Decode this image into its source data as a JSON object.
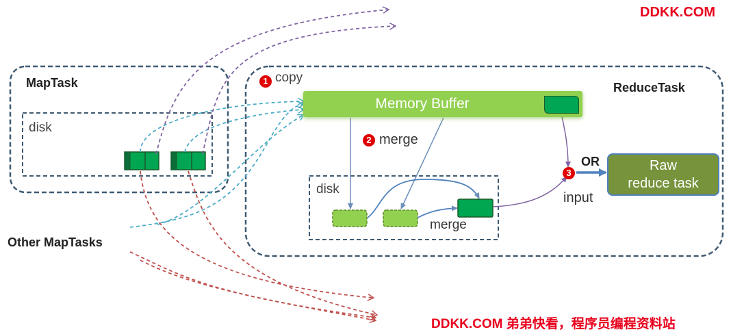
{
  "watermark_top": "DDKK.COM",
  "watermark_bottom": "DDKK.COM 弟弟快看，程序员编程资料站",
  "maptask": {
    "title": "MapTask",
    "disk_label": "disk"
  },
  "other_maptasks": "Other MapTasks",
  "reducetask": {
    "title": "ReduceTask",
    "memory_buffer": "Memory Buffer",
    "disk_label": "disk",
    "steps": [
      {
        "number": "1",
        "label": "copy"
      },
      {
        "number": "2",
        "label": "merge"
      },
      {
        "number": "3",
        "label": "input"
      }
    ],
    "inner_merge": "merge",
    "or_label": "OR",
    "raw_reduce_task_line1": "Raw",
    "raw_reduce_task_line2": "reduce task"
  },
  "colors": {
    "box_border": "#3f5a72",
    "memory_buffer": "#92d050",
    "chunk_dark": "#00a651",
    "chunk_light": "#92d050",
    "raw_task": "#77933c",
    "copy_arrow": "#4bacc6",
    "purple_arrow": "#8064a2",
    "red_arrow": "#c0504d",
    "watermark": "#e8001c"
  }
}
